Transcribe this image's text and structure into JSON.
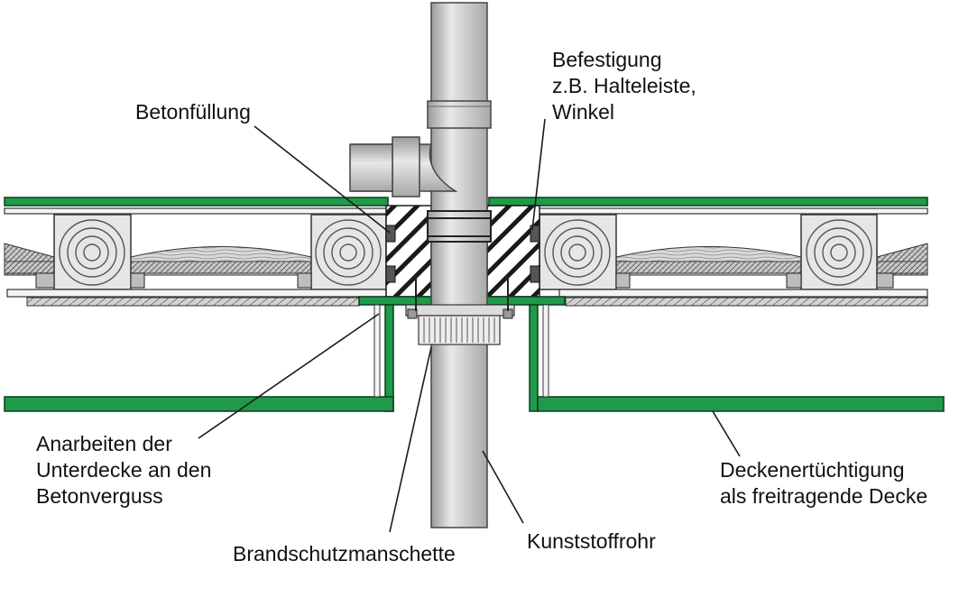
{
  "labels": {
    "betonfuellung": "Betonfüllung",
    "befestigung": [
      "Befestigung",
      "z.B. Halteleiste,",
      "Winkel"
    ],
    "anarbeiten": [
      "Anarbeiten der",
      "Unterdecke an den",
      "Betonverguss"
    ],
    "brandschutz": "Brandschutzmanschette",
    "kunststoffrohr": "Kunststoffrohr",
    "deckenertuechtigung": [
      "Deckenertüchtigung",
      "als freitragende Decke"
    ]
  },
  "colors": {
    "board_green": "#1f9a4a",
    "board_outline": "#0e3a1e",
    "pipe_gray": "#c9c9c9",
    "timber": "#e4e4e4",
    "line": "#1a1a1a"
  }
}
